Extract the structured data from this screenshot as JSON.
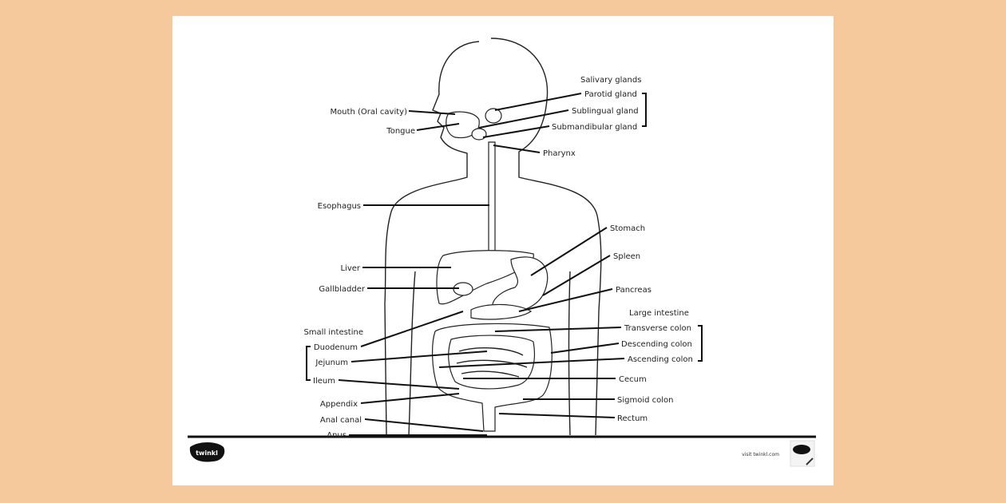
{
  "left_labels": {
    "mouth": "Mouth (Oral cavity)",
    "tongue": "Tongue",
    "esophagus": "Esophagus",
    "liver": "Liver",
    "gallbladder": "Gallbladder",
    "small_intestine": "Small intestine",
    "duodenum": "Duodenum",
    "jejunum": "Jejunum",
    "ileum": "Ileum",
    "appendix": "Appendix",
    "anal_canal": "Anal canal",
    "anus": "Anus"
  },
  "right_labels": {
    "salivary_glands": "Salivary glands",
    "parotid": "Parotid gland",
    "sublingual": "Sublingual gland",
    "submandibular": "Submandibular gland",
    "pharynx": "Pharynx",
    "stomach": "Stomach",
    "spleen": "Spleen",
    "pancreas": "Pancreas",
    "large_intestine": "Large intestine",
    "transverse": "Transverse colon",
    "descending": "Descending colon",
    "ascending": "Ascending colon",
    "cecum": "Cecum",
    "sigmoid": "Sigmoid colon",
    "rectum": "Rectum"
  },
  "footer": {
    "logo": "twinkl",
    "website": "visit twinkl.com"
  },
  "colors": {
    "background": "#f6c99c",
    "sheet": "#ffffff",
    "ink": "#111111"
  }
}
